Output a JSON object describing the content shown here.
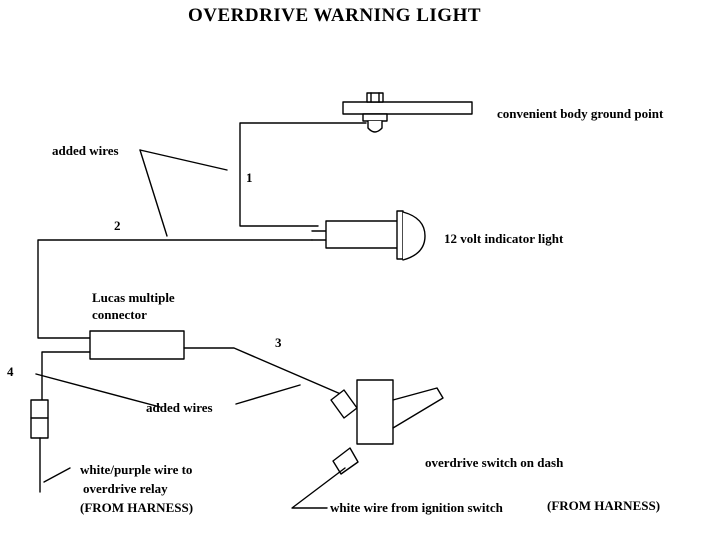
{
  "title": "OVERDRIVE WARNING LIGHT",
  "labels": {
    "ground": "convenient body ground point",
    "added_wires_top": "added wires",
    "wire_1": "1",
    "wire_2": "2",
    "wire_3": "3",
    "wire_4": "4",
    "indicator": "12 volt indicator light",
    "connector_line1": "Lucas multiple",
    "connector_line2": "connector",
    "added_wires_bottom": "added wires",
    "od_switch": "overdrive switch on dash",
    "relay_line1": "white/purple wire to",
    "relay_line2": "overdrive relay",
    "relay_line3": "(FROM HARNESS)",
    "ignition": "white wire from ignition switch",
    "ignition_harness": "(FROM HARNESS)"
  },
  "colors": {
    "ink": "#000000",
    "background": "#ffffff"
  }
}
